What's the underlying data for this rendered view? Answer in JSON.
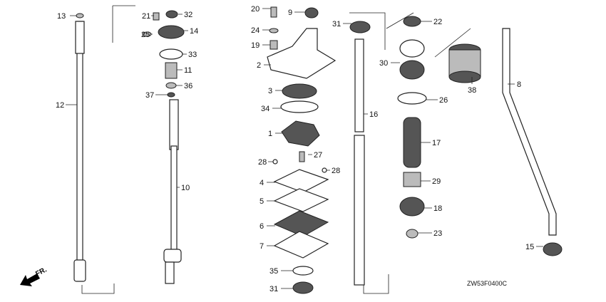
{
  "diagram": {
    "code": "ZW53F0400C",
    "front_marker": "FR.",
    "callouts": [
      "13",
      "12",
      "21",
      "32",
      "25",
      "14",
      "33",
      "11",
      "36",
      "37",
      "10",
      "20",
      "9",
      "24",
      "19",
      "2",
      "3",
      "34",
      "1",
      "28",
      "27",
      "28",
      "4",
      "5",
      "6",
      "7",
      "35",
      "31",
      "31",
      "16",
      "22",
      "30",
      "26",
      "17",
      "29",
      "18",
      "23",
      "38",
      "8",
      "15"
    ]
  }
}
